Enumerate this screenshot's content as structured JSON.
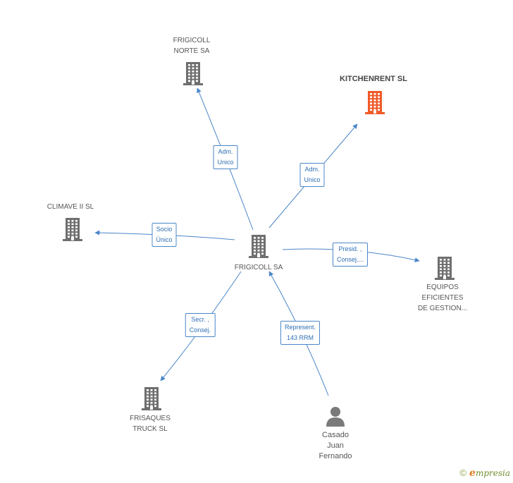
{
  "colors": {
    "edge": "#4a86c8",
    "building": "#6f6f6f",
    "building_highlight": "#f05a28",
    "person": "#7a7a7a"
  },
  "nodes": [
    {
      "id": "frigicoll",
      "lines": [
        "FRIGICOLL SA"
      ],
      "icon": "building-icon",
      "highlight": false
    },
    {
      "id": "frigicoll-norte",
      "lines": [
        "FRIGICOLL",
        "NORTE SA"
      ],
      "icon": "building-icon",
      "highlight": false
    },
    {
      "id": "kitchenrent",
      "lines": [
        "KITCHENRENT SL"
      ],
      "icon": "building-icon",
      "highlight": true
    },
    {
      "id": "climave",
      "lines": [
        "CLIMAVE II SL"
      ],
      "icon": "building-icon",
      "highlight": false
    },
    {
      "id": "equipos",
      "lines": [
        "EQUIPOS",
        "EFICIENTES",
        "DE GESTION..."
      ],
      "icon": "building-icon",
      "highlight": false
    },
    {
      "id": "frisaques",
      "lines": [
        "FRISAQUES",
        "TRUCK SL"
      ],
      "icon": "building-icon",
      "highlight": false
    },
    {
      "id": "casado",
      "lines": [
        "Casado",
        "Juan",
        "Fernando"
      ],
      "icon": "person-icon",
      "highlight": false
    }
  ],
  "edges": [
    {
      "id": "to-norte",
      "lines": [
        "Adm.",
        "Unico"
      ]
    },
    {
      "id": "to-kitchenrent",
      "lines": [
        "Adm.",
        "Unico"
      ]
    },
    {
      "id": "to-climave",
      "lines": [
        "Socio",
        "Único"
      ]
    },
    {
      "id": "to-equipos",
      "lines": [
        "Presid. ,",
        "Consej...."
      ]
    },
    {
      "id": "to-frisaques",
      "lines": [
        "Secr. ,",
        "Consej."
      ]
    },
    {
      "id": "casado-to-frigicoll",
      "lines": [
        "Represent.",
        "143 RRM"
      ]
    }
  ],
  "footer": {
    "copyright": "©",
    "brand_first": "e",
    "brand_rest": "mpresia"
  }
}
